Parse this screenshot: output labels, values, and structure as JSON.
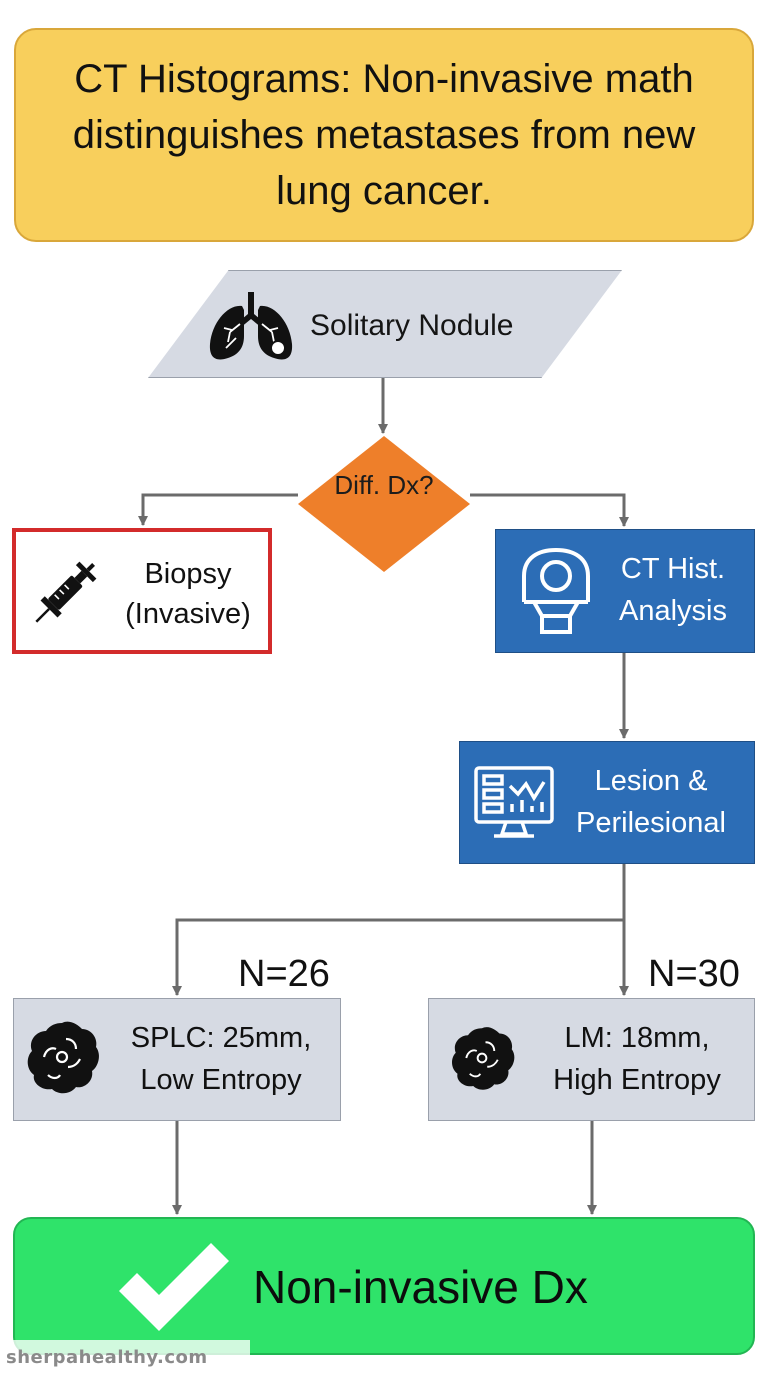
{
  "title": "CT Histograms: Non-invasive math distinguishes metastases from new lung cancer.",
  "start": {
    "label": "Solitary Nodule",
    "icon": "lungs-icon"
  },
  "decision": {
    "label": "Diff. Dx?"
  },
  "biopsy": {
    "label_line1": "Biopsy",
    "label_line2": "(Invasive)",
    "icon": "syringe-icon",
    "border_color": "#d32b2b"
  },
  "ct_analysis": {
    "label_line1": "CT Hist.",
    "label_line2": "Analysis",
    "icon": "ct-scanner-icon"
  },
  "lesion": {
    "label_line1": "Lesion &",
    "label_line2": "Perilesional",
    "icon": "monitor-chart-icon"
  },
  "splc": {
    "count": "N=26",
    "label_line1": "SPLC: 25mm,",
    "label_line2": "Low Entropy",
    "icon": "tumor-icon"
  },
  "lm": {
    "count": "N=30",
    "label_line1": "LM: 18mm,",
    "label_line2": "High Entropy",
    "icon": "tumor-icon"
  },
  "outcome": {
    "label": "Non-invasive Dx",
    "icon": "checkmark-icon"
  },
  "watermark": "sherpahealthy.com",
  "colors": {
    "title_bg": "#f8cf5c",
    "decision": "#ee7f2a",
    "process_blue": "#2c6db6",
    "node_gray": "#d6dae3",
    "outcome_green": "#2fe36a",
    "arrow": "#6b6b6b"
  }
}
